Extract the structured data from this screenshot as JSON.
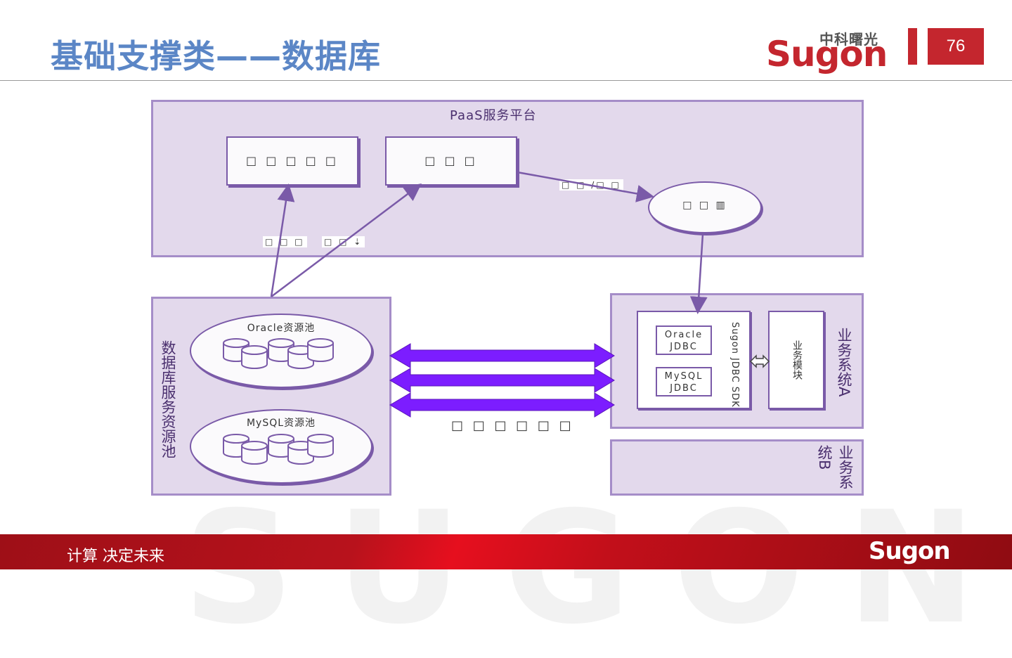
{
  "header": {
    "title": "基础支撑类——数据库",
    "logo_cn": "中科曙光",
    "logo_en": "Sugon",
    "page_number": "76"
  },
  "diagram": {
    "paas": {
      "title": "PaaS服务平台",
      "box1": "□ □ □ □ □",
      "box2": "□    □ □",
      "ellipse": "□    □ ▥",
      "arrow_tag": "□ □ /□ □",
      "tag_left": "□ □ □",
      "tag_right": "□    □ ⇣"
    },
    "pool": {
      "title": "数据库服务资源池",
      "oracle": "Oracle资源池",
      "mysql": "MySQL资源池"
    },
    "connector_label": "□ □ □ □ □ □",
    "bizA": {
      "title": "业务系统A",
      "oracle_jdbc": "Oracle JDBC",
      "mysql_jdbc": "MySQL JDBC",
      "sdk": "Sugon JDBC SDK",
      "module": "业务模块"
    },
    "bizB": {
      "title": "业务系统B"
    }
  },
  "footer": {
    "slogan": "计算  决定未来",
    "logo": "Sugon"
  },
  "colors": {
    "brand_red": "#c4262e",
    "title_blue": "#5b86c6",
    "panel_fill": "#e3d9ec",
    "panel_border": "#a58dc8",
    "arrow_purple": "#7c1dff"
  }
}
